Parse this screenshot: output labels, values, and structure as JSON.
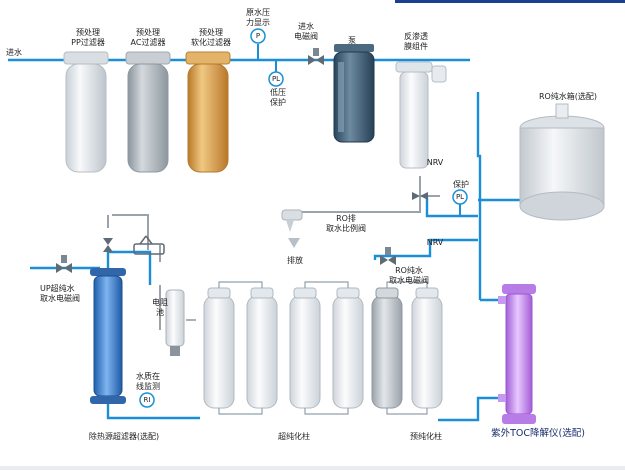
{
  "labels": {
    "inlet": "进水",
    "pp_filter": "预处理\nPP过滤器",
    "ac_filter": "预处理\nAC过滤器",
    "softener_filter": "预处理\n软化过滤器",
    "raw_pressure": "原水压\n力显示",
    "inlet_valve": "进水\n电磁阀",
    "pump": "泵",
    "ro_module": "反渗透\n膜组件",
    "low_pressure": "低压\n保护",
    "ro_tank": "RO纯水箱(选配)",
    "nrv_top": "NRV",
    "protect": "保护",
    "ro_ratio": "RO排\n取水比例阀",
    "drain": "排放",
    "nrv_mid": "NRV",
    "ro_valve": "RO纯水\n取水电磁阀",
    "up_valve": "UP超纯水\n取水电磁阀",
    "cell": "电阻\n池",
    "quality": "水质在\n线监测",
    "pyrogen_filter": "除热源超滤器(选配)",
    "ultrapure_column": "超纯化柱",
    "pure_column": "预纯化柱",
    "toc": "紫外TOC降解仪(选配)"
  },
  "symbols": {
    "P": "P",
    "PL": "PL",
    "RI": "RI"
  },
  "colors": {
    "pipe": "#1a8fd8",
    "grey_pipe": "#9aa3ab",
    "filter_white": "#e4e9ee",
    "filter_grey": "#b9c0c6",
    "filter_orange": "#d6a35a",
    "pump_blue": "#3d5f7a",
    "toc_purple": "#c38ae8",
    "uf_blue": "#3b7fd0",
    "tank": "#e2e6ea"
  }
}
